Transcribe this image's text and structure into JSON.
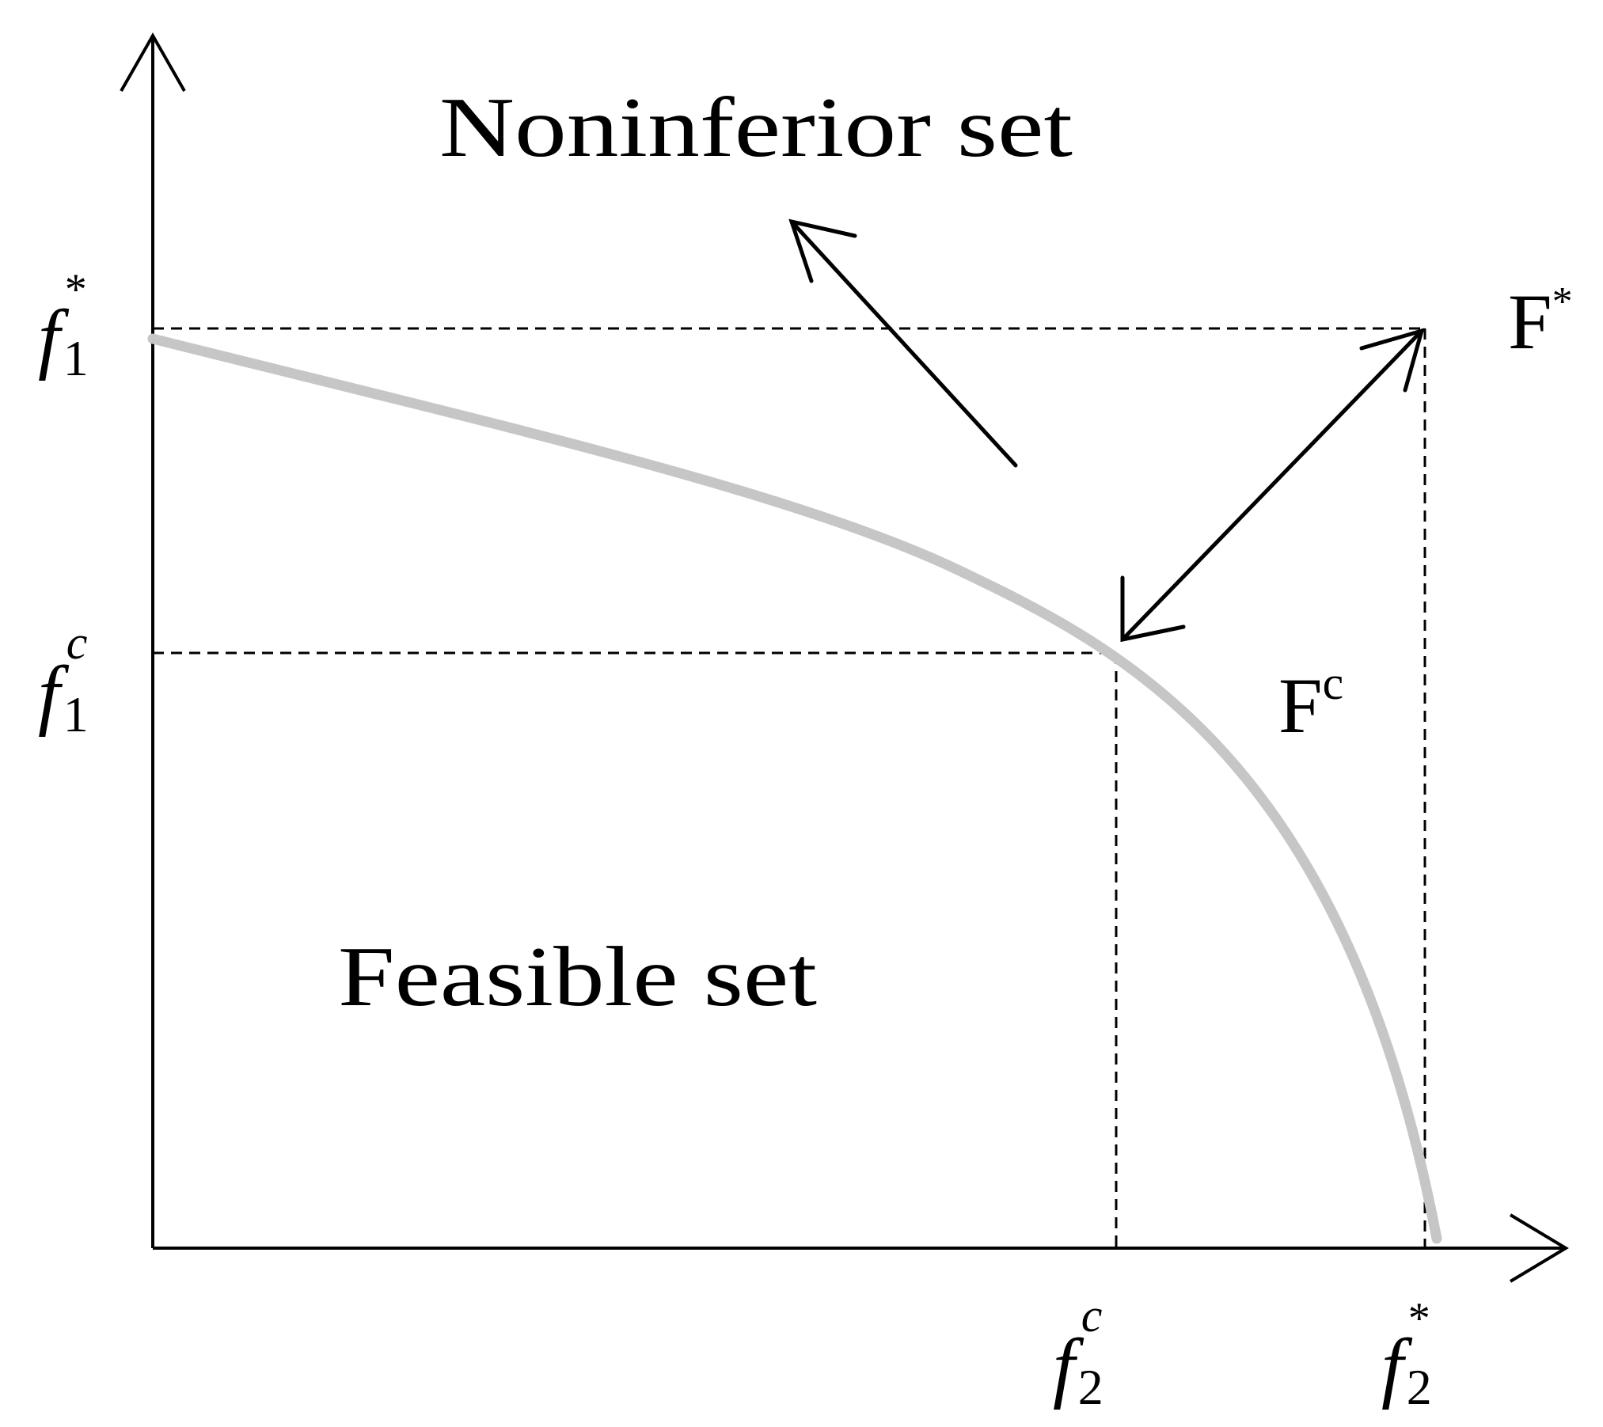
{
  "colors": {
    "axis": "#000000",
    "frontier": "#c6c6c6",
    "guide": "#000000",
    "text": "#000000",
    "background": "#ffffff"
  },
  "labels": {
    "noninferior_set": "Noninferior set",
    "feasible_set": "Feasible set",
    "ideal_point": {
      "base": "F",
      "sup": "*"
    },
    "compromise_point": {
      "base": "F",
      "sup": "c"
    },
    "f1_star": {
      "base": "f",
      "sub": "1",
      "sup": "*"
    },
    "f1_c": {
      "base": "f",
      "sub": "1",
      "sup": "c"
    },
    "f2_c": {
      "base": "f",
      "sub": "2",
      "sup": "c"
    },
    "f2_star": {
      "base": "f",
      "sub": "2",
      "sup": "*"
    }
  }
}
